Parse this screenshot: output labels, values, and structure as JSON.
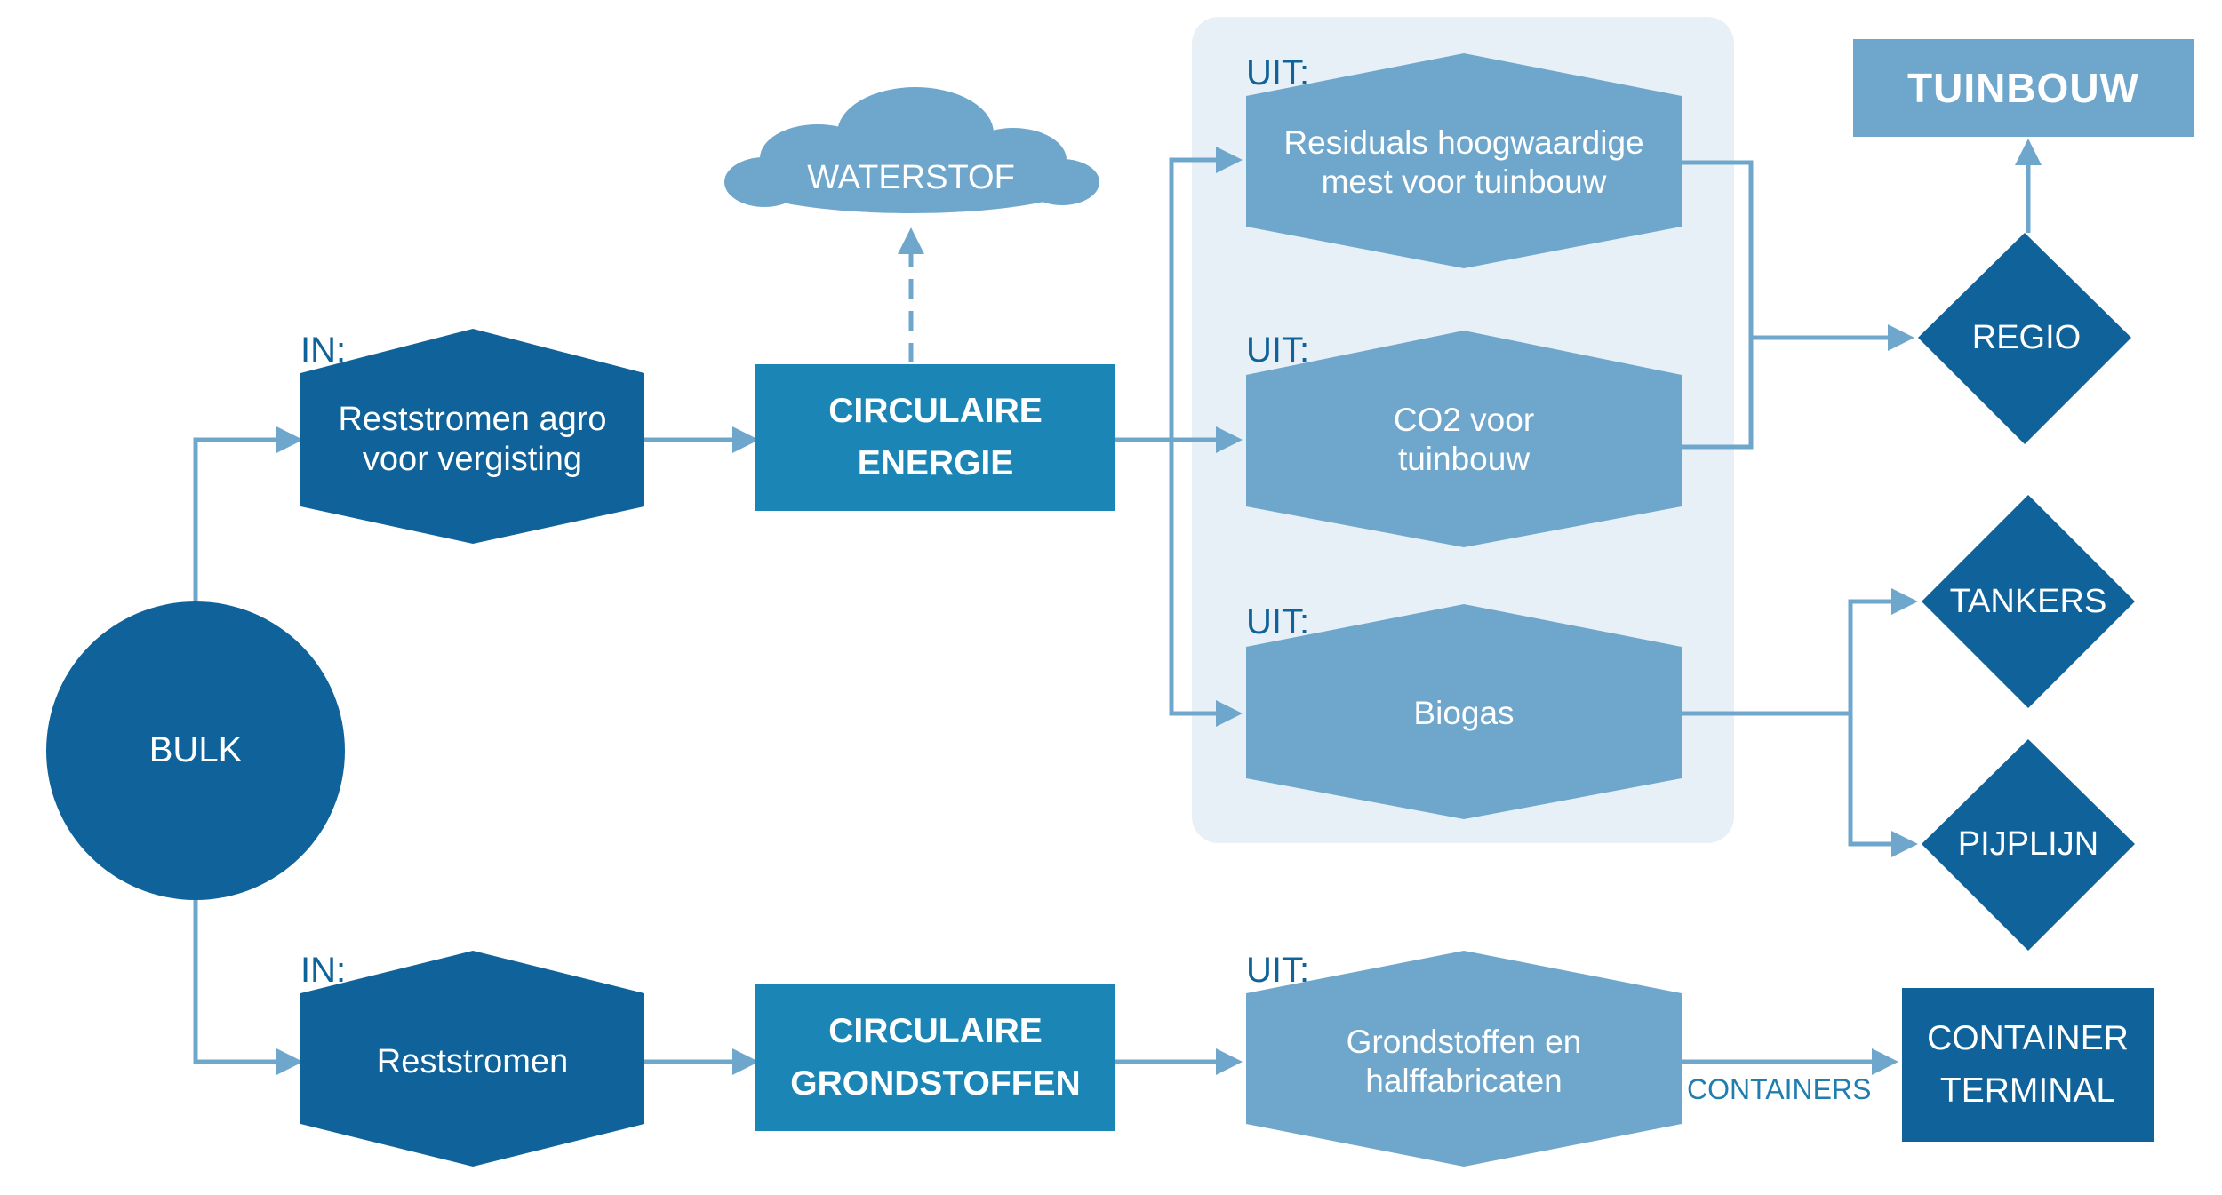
{
  "colors": {
    "dark": "#10639a",
    "mid": "#1b86b6",
    "light": "#6fa7cc",
    "panel": "#e8f0f7",
    "line": "#6fa7cc"
  },
  "nodes": {
    "bulk": "BULK",
    "in_top": "IN:",
    "reststromen_agro": [
      "Reststromen agro",
      "voor vergisting"
    ],
    "circulaire_energie": [
      "CIRCULAIRE",
      "ENERGIE"
    ],
    "waterstof": "WATERSTOF",
    "uit_1": "UIT:",
    "residuals": [
      "Residuals hoogwaardige",
      "mest voor tuinbouw"
    ],
    "uit_2": "UIT:",
    "co2": [
      "CO2 voor",
      "tuinbouw"
    ],
    "uit_3": "UIT:",
    "biogas": "Biogas",
    "tuinbouw": "TUINBOUW",
    "regio": "REGIO",
    "tankers": "TANKERS",
    "pijplijn": "PIJPLIJN",
    "in_bottom": "IN:",
    "reststromen": "Reststromen",
    "circulaire_grondstoffen": [
      "CIRCULAIRE",
      "GRONDSTOFFEN"
    ],
    "uit_4": "UIT:",
    "grondstoffen": [
      "Grondstoffen en",
      "halffabricaten"
    ],
    "containers": "CONTAINERS",
    "container_terminal": [
      "CONTAINER",
      "TERMINAL"
    ]
  }
}
